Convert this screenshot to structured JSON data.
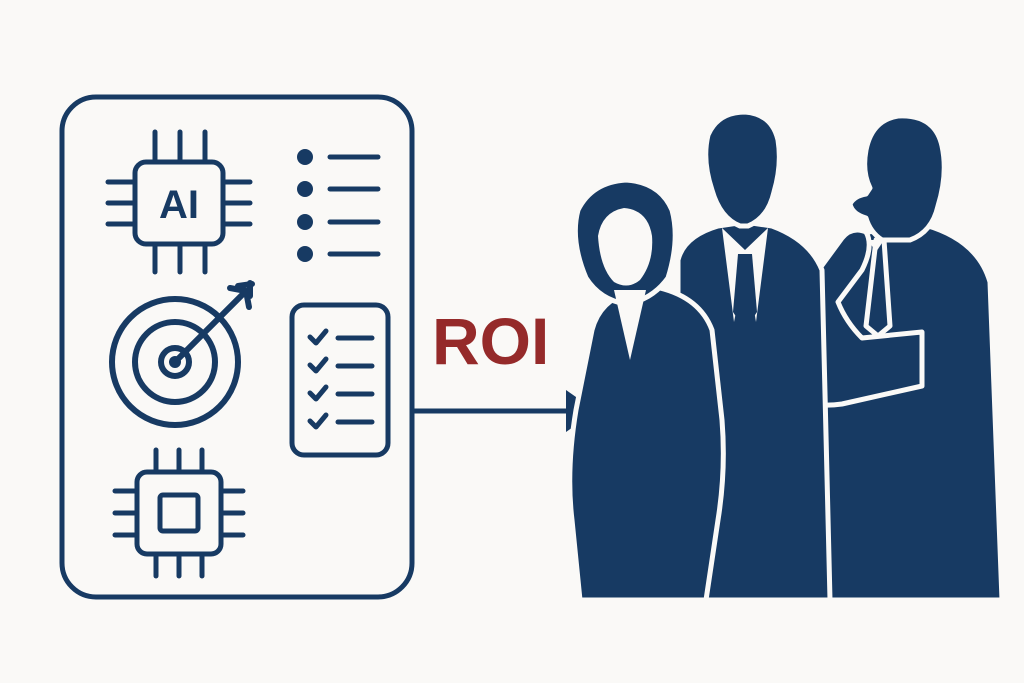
{
  "labels": {
    "chip_text": "AI",
    "roi_text": "ROI"
  },
  "icons": [
    "ai-chip-icon",
    "bullet-list-icon",
    "target-arrow-icon",
    "checklist-icon",
    "processor-chip-icon",
    "arrow-right-icon"
  ],
  "people": [
    "businesswoman-silhouette",
    "businessman-silhouette",
    "thinking-businessman-silhouette"
  ],
  "colors": {
    "navy": "#173a63",
    "accent_red": "#952a2a",
    "background": "#faf9f7"
  }
}
